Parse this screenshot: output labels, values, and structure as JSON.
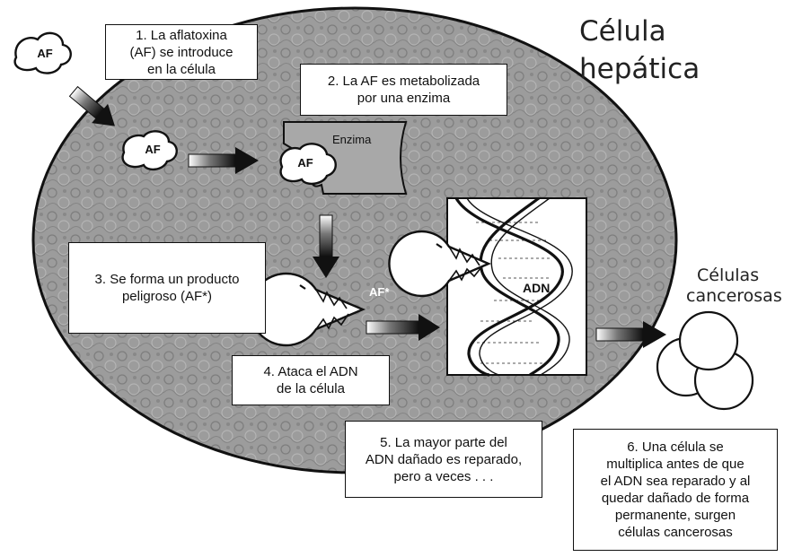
{
  "title": [
    "Célula",
    "hepática"
  ],
  "labels": {
    "af": "AF",
    "enzyme": "Enzima",
    "af_star": "AF*",
    "dna": "ADN",
    "cancer_cells": [
      "Células",
      "cancerosas"
    ]
  },
  "steps": [
    [
      "1. La aflatoxina",
      "(AF) se introduce",
      "en la célula"
    ],
    [
      "2. La AF es metabolizada",
      "por una enzima"
    ],
    [
      "3. Se forma un producto",
      "peligroso (AF*)"
    ],
    [
      "4. Ataca el ADN",
      "de la célula"
    ],
    [
      "5. La mayor parte del",
      "ADN dañado es reparado,",
      "pero a veces . . ."
    ],
    [
      "6. Una célula se",
      "multiplica antes de que",
      "el ADN sea reparado y al",
      "quedar dañado de forma",
      "permanente, surgen",
      "células cancerosas"
    ]
  ],
  "colors": {
    "cell_fill": "#9a9a9a",
    "outline": "#111111",
    "box_fill": "#ffffff"
  }
}
